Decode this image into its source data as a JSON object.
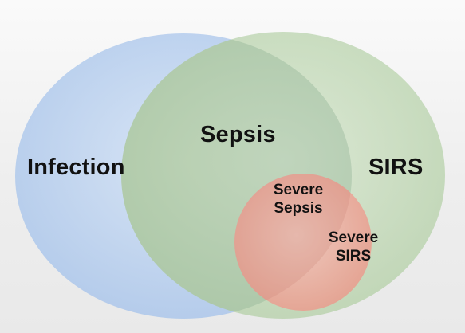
{
  "sets": [
    {
      "id": "infection",
      "label": "Infection",
      "color": "#bcd3ee"
    },
    {
      "id": "sirs",
      "label": "SIRS",
      "color": "#c2d9b9"
    },
    {
      "id": "sepsis",
      "label": "Sepsis",
      "color": "#a8c39a"
    },
    {
      "id": "severe",
      "label": "Severe",
      "color": "#f1ada2"
    }
  ],
  "labels": {
    "infection": "Infection",
    "sepsis": "Sepsis",
    "sirs": "SIRS",
    "severe_sepsis_line1": "Severe",
    "severe_sepsis_line2": "Sepsis",
    "severe_sirs_line1": "Severe",
    "severe_sirs_line2": "SIRS"
  }
}
